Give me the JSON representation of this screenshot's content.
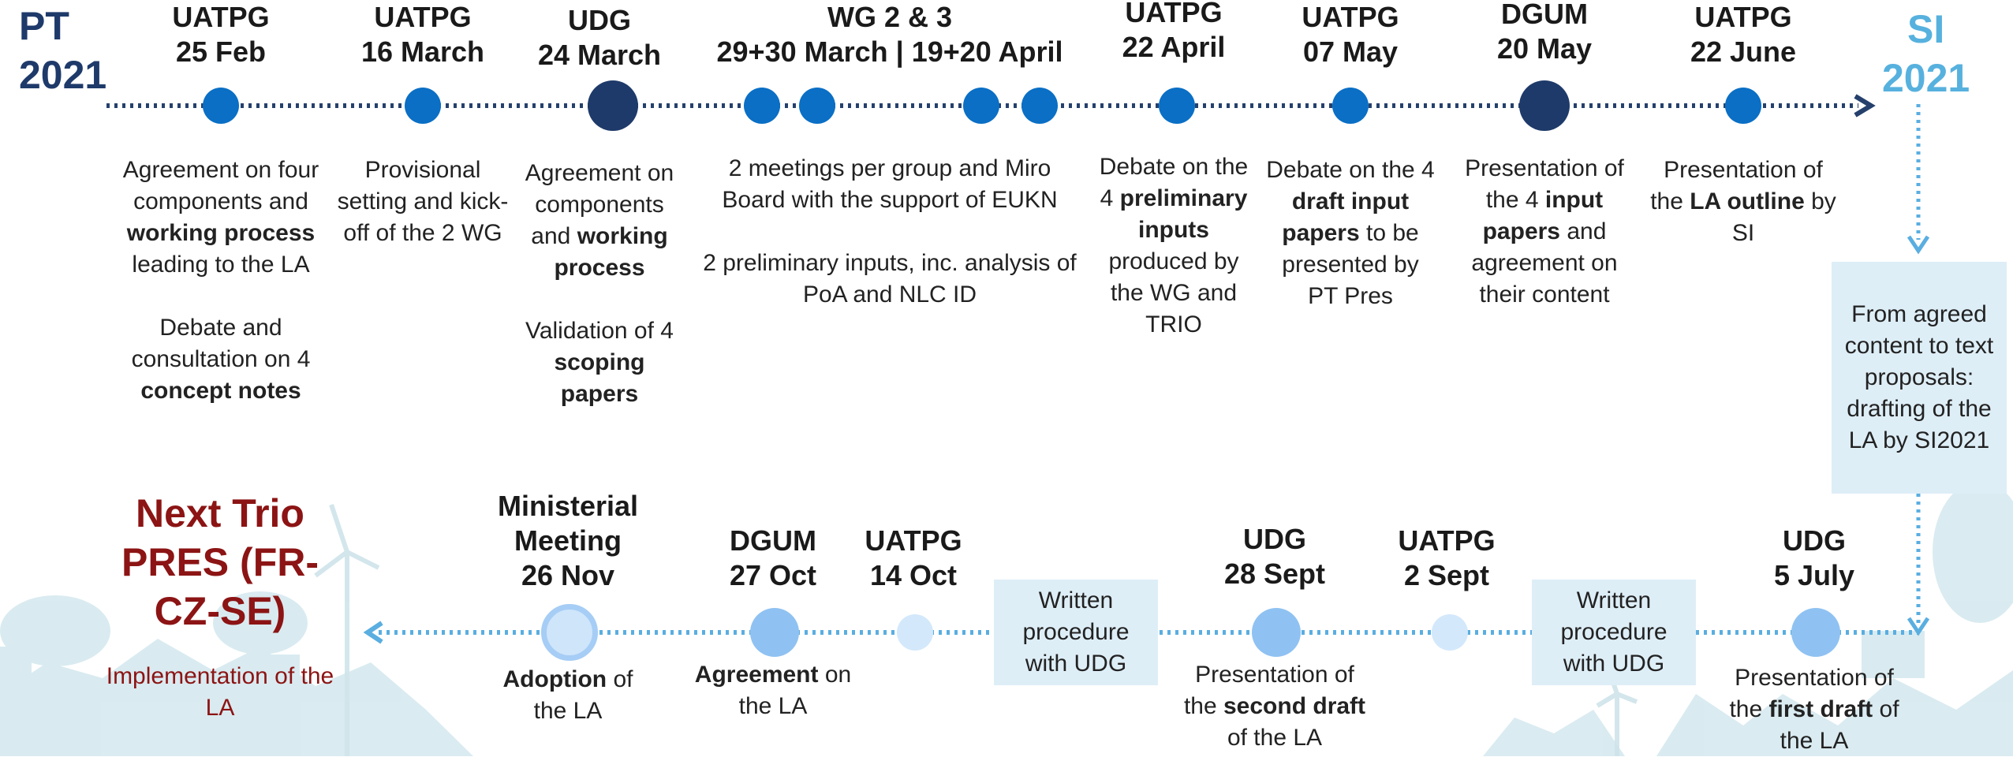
{
  "start_label": {
    "line1": "PT",
    "line2": "2021"
  },
  "end_label": {
    "line1": "SI",
    "line2": "2021"
  },
  "top_events": [
    {
      "org": "UATPG",
      "date": "25 Feb",
      "paragraphs": [
        [
          "Agreement on four components and ",
          {
            "b": "working process"
          },
          " leading to the LA"
        ],
        [
          "Debate and consultation on 4 ",
          {
            "b": "concept notes"
          }
        ]
      ]
    },
    {
      "org": "UATPG",
      "date": "16 March",
      "paragraphs": [
        [
          "Provisional setting and kick-off of the 2 WG"
        ]
      ]
    },
    {
      "org": "UDG",
      "date": "24 March",
      "paragraphs": [
        [
          "Agreement on components and ",
          {
            "b": "working process"
          }
        ],
        [
          "Validation of 4 ",
          {
            "b": "scoping papers"
          }
        ]
      ]
    },
    {
      "org": "WG 2 & 3",
      "date": "29+30 March | 19+20 April",
      "paragraphs": [
        [
          "2 meetings per group  and Miro Board with the support of EUKN"
        ],
        [
          "2 preliminary inputs, inc. analysis of PoA and NLC ID"
        ]
      ]
    },
    {
      "org": "UATPG",
      "date": "22 April",
      "paragraphs": [
        [
          "Debate on the 4 ",
          {
            "b": "preliminary inputs"
          },
          " produced by the WG and TRIO"
        ]
      ]
    },
    {
      "org": "UATPG",
      "date": "07 May",
      "paragraphs": [
        [
          "Debate on the 4 ",
          {
            "b": "draft input papers"
          },
          " to be presented by PT Pres"
        ]
      ]
    },
    {
      "org": "DGUM",
      "date": "20 May",
      "paragraphs": [
        [
          "Presentation of the 4 ",
          {
            "b": "input papers"
          },
          " and agreement on their content"
        ]
      ]
    },
    {
      "org": "UATPG",
      "date": "22 June",
      "paragraphs": [
        [
          "Presentation of the ",
          {
            "b": "LA outline"
          },
          " by SI"
        ]
      ]
    }
  ],
  "side_box": "From agreed content to text proposals: drafting of the LA by SI2021",
  "bottom_events": [
    {
      "org": "UDG",
      "date": "5 July",
      "paragraphs": [
        [
          "Presentation of the ",
          {
            "b": "first draft"
          },
          " of the LA"
        ]
      ]
    },
    {
      "org": "UATPG",
      "date": "2 Sept",
      "paragraphs": []
    },
    {
      "org": "UDG",
      "date": "28 Sept",
      "paragraphs": [
        [
          "Presentation of the ",
          {
            "b": "second draft"
          },
          " of the LA"
        ]
      ]
    },
    {
      "org": "UATPG",
      "date": "14 Oct",
      "paragraphs": []
    },
    {
      "org": "DGUM",
      "date": "27 Oct",
      "paragraphs": [
        [
          {
            "b": "Agreement"
          },
          " on the LA"
        ]
      ]
    },
    {
      "org": "Ministerial Meeting",
      "date": "26 Nov",
      "paragraphs": [
        [
          {
            "b": "Adoption"
          },
          " of the LA"
        ]
      ]
    }
  ],
  "written_procedure_1": "Written procedure with UDG",
  "written_procedure_2": "Written procedure with UDG",
  "next_trio": {
    "title": "Next Trio PRES (FR-CZ-SE)",
    "subtitle": "Implementation of the LA"
  },
  "colors": {
    "dark_navy": "#1e3a6a",
    "mid_blue": "#0a6fc5",
    "light_blue": "#5aaee0",
    "pale_blue": "#a6cdf5",
    "box_bg": "#deeef7",
    "dark_red": "#8c1414",
    "landscape": "#c9e2ea"
  }
}
